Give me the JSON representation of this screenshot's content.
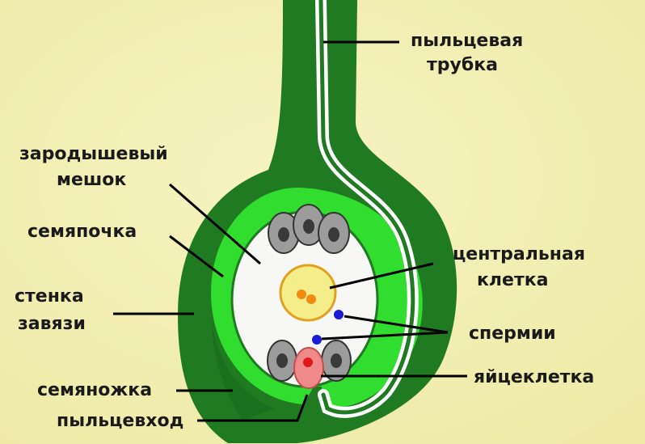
{
  "labels": {
    "pollen_tube_line1": "пыльцевая",
    "pollen_tube_line2": "трубка",
    "embryo_sac_line1": "зародышевый",
    "embryo_sac_line2": "мешок",
    "ovule": "семяпочка",
    "ovary_wall_line1": "стенка",
    "ovary_wall_line2": "завязи",
    "funiculus": "семяножка",
    "micropyle": "пыльцевход",
    "central_cell_line1": "центральная",
    "central_cell_line2": "клетка",
    "sperm": "спермии",
    "egg_cell": "яйцеклетка"
  },
  "colors": {
    "background": "#f4f1b8",
    "ovary_dark_green": "#1f7a22",
    "ovule_light_green": "#31dd2e",
    "embryo_sac": "#f7f7f5",
    "cell_gray": "#9c9c9c",
    "nucleus": "#3a3a3a",
    "central_cell": "#f4ed8a",
    "central_nuclei": "#f08a12",
    "sperm": "#1b1bd6",
    "egg_cell": "#f08a8a",
    "egg_nucleus": "#e01818"
  }
}
